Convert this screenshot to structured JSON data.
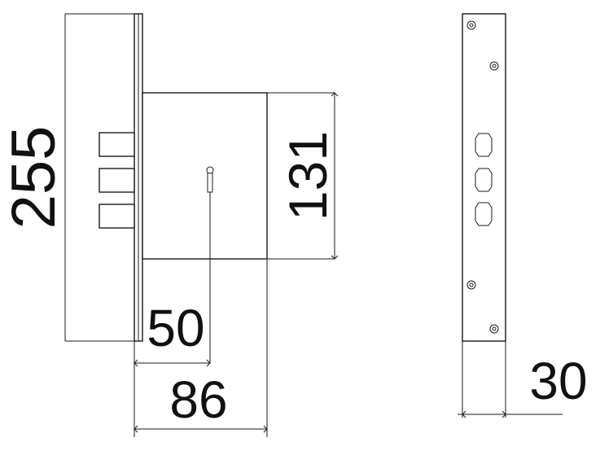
{
  "dimensions": {
    "height_total": "255",
    "height_case": "131",
    "backset": "50",
    "case_depth": "86",
    "faceplate_width": "30"
  },
  "colors": {
    "line": "#1a1a1a",
    "background": "#ffffff"
  }
}
